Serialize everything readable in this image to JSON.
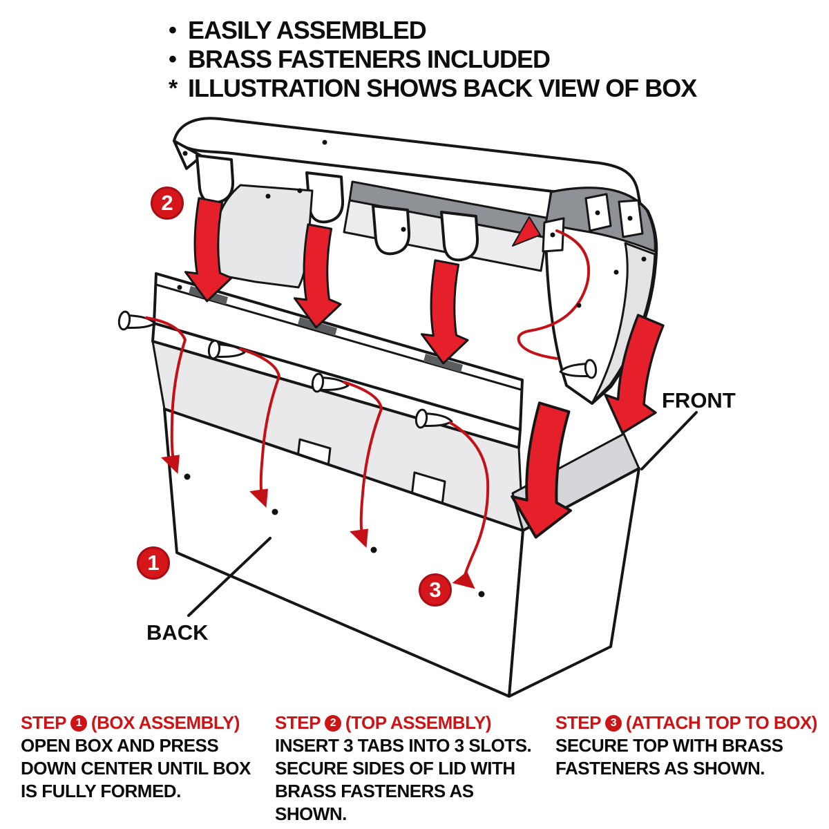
{
  "header": {
    "bullets": [
      {
        "marker": "•",
        "text": "EASILY ASSEMBLED"
      },
      {
        "marker": "•",
        "text": "BRASS FASTENERS INCLUDED"
      },
      {
        "marker": "*",
        "text": "ILLUSTRATION SHOWS BACK VIEW OF BOX"
      }
    ]
  },
  "diagram": {
    "labels": {
      "front": "FRONT",
      "back": "BACK"
    },
    "badges": [
      {
        "number": "2"
      },
      {
        "number": "1"
      },
      {
        "number": "3"
      }
    ],
    "parts": [
      "treasure-chest-box-back-view",
      "curved-lid-with-3-tabs",
      "lid-slot-band",
      "brass-fastener-pins",
      "insertion-arrows",
      "fastener-holes"
    ]
  },
  "steps": [
    {
      "prefix": "STEP",
      "number": "1",
      "title": "(BOX ASSEMBLY)",
      "lines": [
        "OPEN BOX AND PRESS",
        "DOWN CENTER UNTIL BOX",
        "IS FULLY FORMED."
      ]
    },
    {
      "prefix": "STEP",
      "number": "2",
      "title": "(TOP ASSEMBLY)",
      "lines": [
        "INSERT 3 TABS INTO 3 SLOTS.",
        "SECURE SIDES OF LID WITH",
        "BRASS FASTENERS AS",
        "SHOWN."
      ]
    },
    {
      "prefix": "STEP",
      "number": "3",
      "title": "(ATTACH TOP TO BOX)",
      "lines": [
        "SECURE TOP WITH BRASS",
        "FASTENERS AS SHOWN."
      ]
    }
  ],
  "colors": {
    "red_arrow": "#e6202a",
    "red_line": "#c41017",
    "step_red": "#cc1417",
    "badge_red": "#d6161b",
    "line_black": "#161616",
    "light_gray": "#e9e9eb",
    "mid_gray": "#d5d6d9",
    "dark_gray": "#8e9296",
    "background": "#ffffff"
  }
}
